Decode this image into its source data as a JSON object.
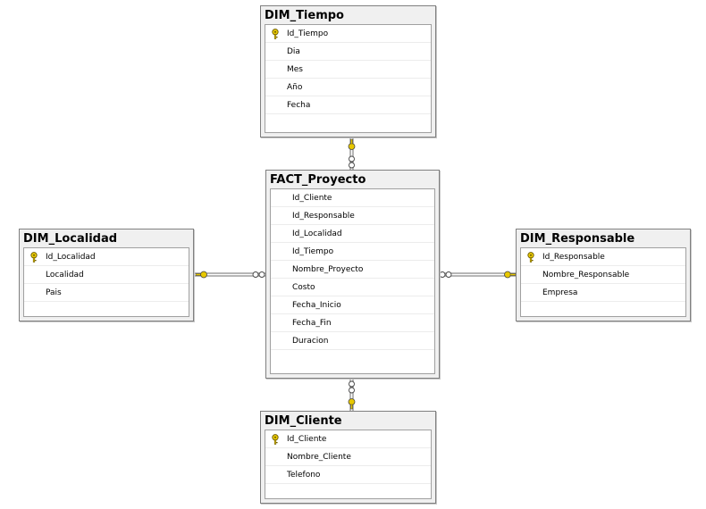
{
  "tables": {
    "dim_tiempo": {
      "name": "DIM_Tiempo",
      "columns": [
        {
          "name": "Id_Tiempo",
          "pk": true
        },
        {
          "name": "Dia",
          "pk": false
        },
        {
          "name": "Mes",
          "pk": false
        },
        {
          "name": "Año",
          "pk": false
        },
        {
          "name": "Fecha",
          "pk": false
        }
      ]
    },
    "fact_proyecto": {
      "name": "FACT_Proyecto",
      "columns": [
        {
          "name": "Id_Cliente",
          "pk": false
        },
        {
          "name": "Id_Responsable",
          "pk": false
        },
        {
          "name": "Id_Localidad",
          "pk": false
        },
        {
          "name": "Id_Tiempo",
          "pk": false
        },
        {
          "name": "Nombre_Proyecto",
          "pk": false
        },
        {
          "name": "Costo",
          "pk": false
        },
        {
          "name": "Fecha_Inicio",
          "pk": false
        },
        {
          "name": "Fecha_Fin",
          "pk": false
        },
        {
          "name": "Duracion",
          "pk": false
        }
      ]
    },
    "dim_localidad": {
      "name": "DIM_Localidad",
      "columns": [
        {
          "name": "Id_Localidad",
          "pk": true
        },
        {
          "name": "Localidad",
          "pk": false
        },
        {
          "name": "Pais",
          "pk": false
        }
      ]
    },
    "dim_responsable": {
      "name": "DIM_Responsable",
      "columns": [
        {
          "name": "Id_Responsable",
          "pk": true
        },
        {
          "name": "Nombre_Responsable",
          "pk": false
        },
        {
          "name": "Empresa",
          "pk": false
        }
      ]
    },
    "dim_cliente": {
      "name": "DIM_Cliente",
      "columns": [
        {
          "name": "Id_Cliente",
          "pk": true
        },
        {
          "name": "Nombre_Cliente",
          "pk": false
        },
        {
          "name": "Telefono",
          "pk": false
        }
      ]
    }
  },
  "relationships": [
    {
      "from": "fact_proyecto",
      "to": "dim_tiempo"
    },
    {
      "from": "fact_proyecto",
      "to": "dim_localidad"
    },
    {
      "from": "fact_proyecto",
      "to": "dim_responsable"
    },
    {
      "from": "fact_proyecto",
      "to": "dim_cliente"
    }
  ],
  "colors": {
    "key_icon": "#e8c800",
    "connector": "#6e6e6e",
    "table_border": "#7f7f7f",
    "table_header": "#f0f0f0"
  },
  "icons": {
    "primary_key": "key-icon",
    "one_end": "key-connector-icon",
    "many_end": "infinity-connector-icon"
  }
}
